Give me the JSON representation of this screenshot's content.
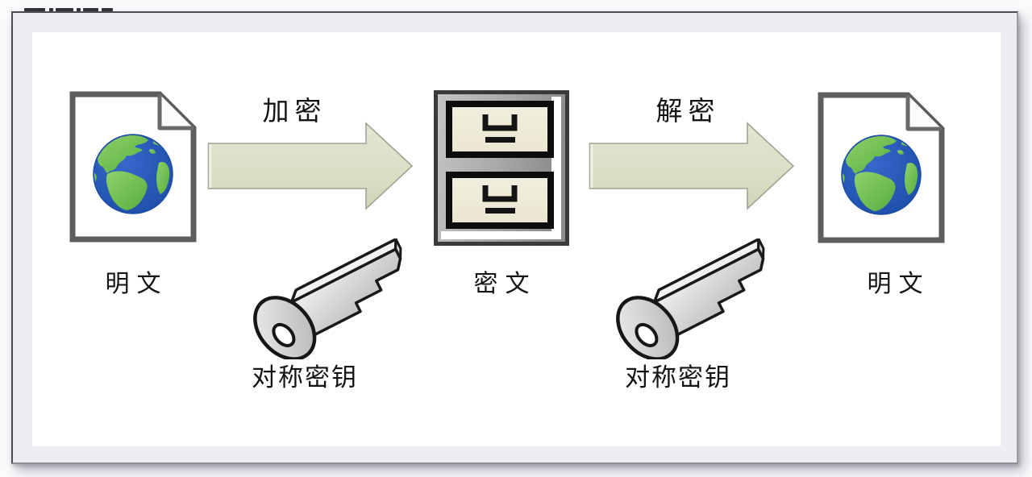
{
  "page": {
    "background": "#fbfbfd"
  },
  "panel": {
    "border_color": "#4c4c54",
    "margin_color": "#efedf3",
    "content_background": "#ffffff"
  },
  "diagram": {
    "plaintext_left_label": "明文",
    "encrypt_label": "加密",
    "ciphertext_label": "密文",
    "decrypt_label": "解密",
    "plaintext_right_label": "明文",
    "key_left_label": "对称密钥",
    "key_right_label": "对称密钥",
    "icons": {
      "left_node": "document-with-globe-icon",
      "middle_node": "filing-cabinet-icon",
      "right_node": "document-with-globe-icon",
      "arrows": "block-arrow-right-icon",
      "keys": "metal-key-icon"
    },
    "colors": {
      "arrow_fill": "#dadfc6",
      "arrow_outline": "#a0a492",
      "globe_ocean": "#2057b2",
      "globe_land": "#6fbe4f",
      "drawer_face": "#efecd9",
      "cabinet_frame": "#a5a5a5",
      "key_fill": "#d6d6d6",
      "outline_black": "#141414",
      "document_outline": "#5d5d5d"
    }
  }
}
